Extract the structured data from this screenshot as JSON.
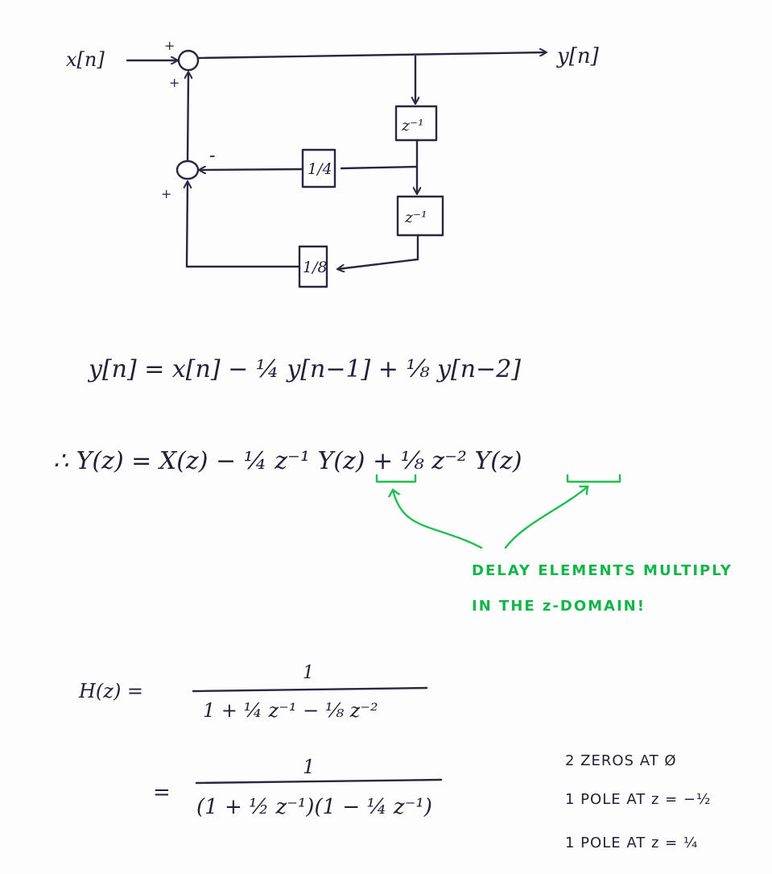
{
  "diagram": {
    "input_label": "x[n]",
    "output_label": "y[n]",
    "delay1_label": "z⁻¹",
    "delay2_label": "z⁻¹",
    "coef1_label": "1/4",
    "coef2_label": "1/8",
    "sum1_in_top_sign": "+",
    "sum1_in_bottom_sign": "+",
    "sum2_in_right_sign": "-",
    "sum2_in_bottom_sign": "+"
  },
  "equations": {
    "difference": "y[n] =  x[n] − ¼ y[n−1]  + ⅛ y[n−2]",
    "ztransform": "∴  Y(z)  =  X(z)  − ¼ z⁻¹ Y(z)  + ⅛ z⁻² Y(z)",
    "H_lhs": "H(z) =",
    "H_num": "1",
    "H_den": "1 + ¼ z⁻¹ − ⅛ z⁻²",
    "eq_sign": "=",
    "H2_num": "1",
    "H2_den": "(1 + ½ z⁻¹)(1 − ¼ z⁻¹)"
  },
  "annotation": {
    "line1": "DELAY ELEMENTS MULTIPLY",
    "line2": "IN THE z-DOMAIN!",
    "color": "#1fbf4f"
  },
  "notes": {
    "zeros": "2 ZEROS AT Ø",
    "pole1": "1 POLE AT z = −½",
    "pole2": "1 POLE AT z = ¼"
  }
}
